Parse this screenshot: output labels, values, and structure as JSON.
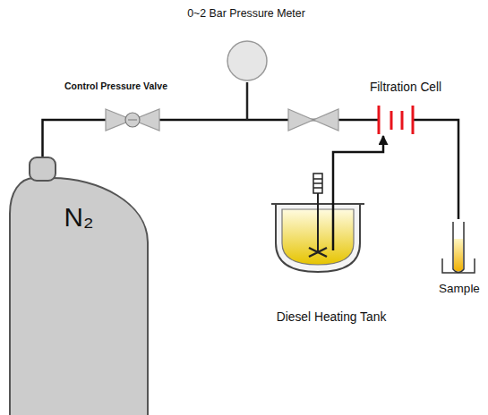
{
  "diagram": {
    "nodes": [
      {
        "text": [
          "0~2 Bar Pressure Meter"
        ]
      },
      {
        "text": [
          "Filtration Cell"
        ]
      },
      {
        "text": [
          "N₂"
        ]
      },
      {
        "text": [
          "Diesel Heating Tank"
        ]
      },
      {
        "text": [
          "Sample"
        ]
      }
    ],
    "edges": [
      {
        "from": 2,
        "to": 1,
        "arrow": "none"
      },
      {
        "from": 3,
        "to": 1,
        "arrow": "to"
      },
      {
        "from": 1,
        "to": 4,
        "arrow": "none"
      }
    ],
    "labels": [
      "Control Pressure Valve"
    ]
  }
}
